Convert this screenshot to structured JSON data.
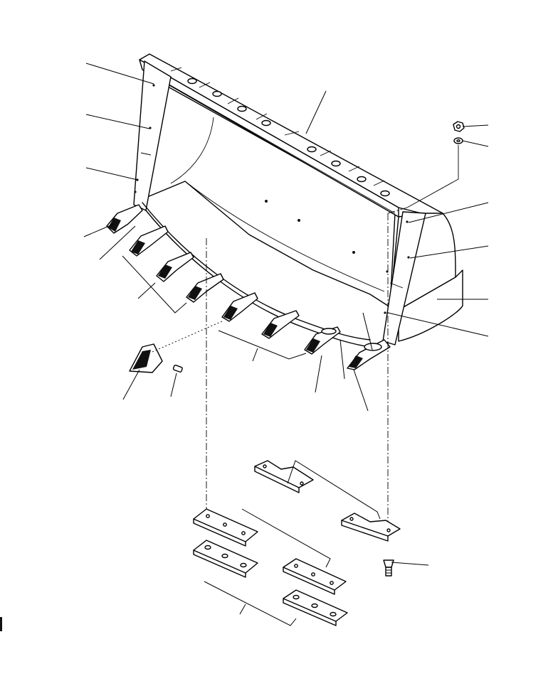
{
  "figure": {
    "kind": "exploded-parts-view",
    "subject": "loader-bucket-assembly"
  },
  "parts": [
    {
      "id": "rear-brace-upper-left"
    },
    {
      "id": "side-plate-left"
    },
    {
      "id": "side-cutter-left"
    },
    {
      "id": "top-strip-spill-guard"
    },
    {
      "id": "nut"
    },
    {
      "id": "washer"
    },
    {
      "id": "side-plate-right-upper"
    },
    {
      "id": "side-plate-right"
    },
    {
      "id": "wear-plate-right"
    },
    {
      "id": "side-cutter-right"
    },
    {
      "id": "tooth-adapter-left-corner"
    },
    {
      "id": "tooth-adapter-left"
    },
    {
      "id": "tooth-adapter-group-1"
    },
    {
      "id": "tooth-adapter-group-2"
    },
    {
      "id": "tooth-point"
    },
    {
      "id": "tooth-pin"
    },
    {
      "id": "corner-tooth-right-a"
    },
    {
      "id": "corner-tooth-right-b"
    },
    {
      "id": "corner-tooth-right-c"
    },
    {
      "id": "cutting-edge-end-pair"
    },
    {
      "id": "cutting-edge-center-pair"
    },
    {
      "id": "cutting-edge-lower-pair"
    },
    {
      "id": "plow-bolt"
    }
  ]
}
